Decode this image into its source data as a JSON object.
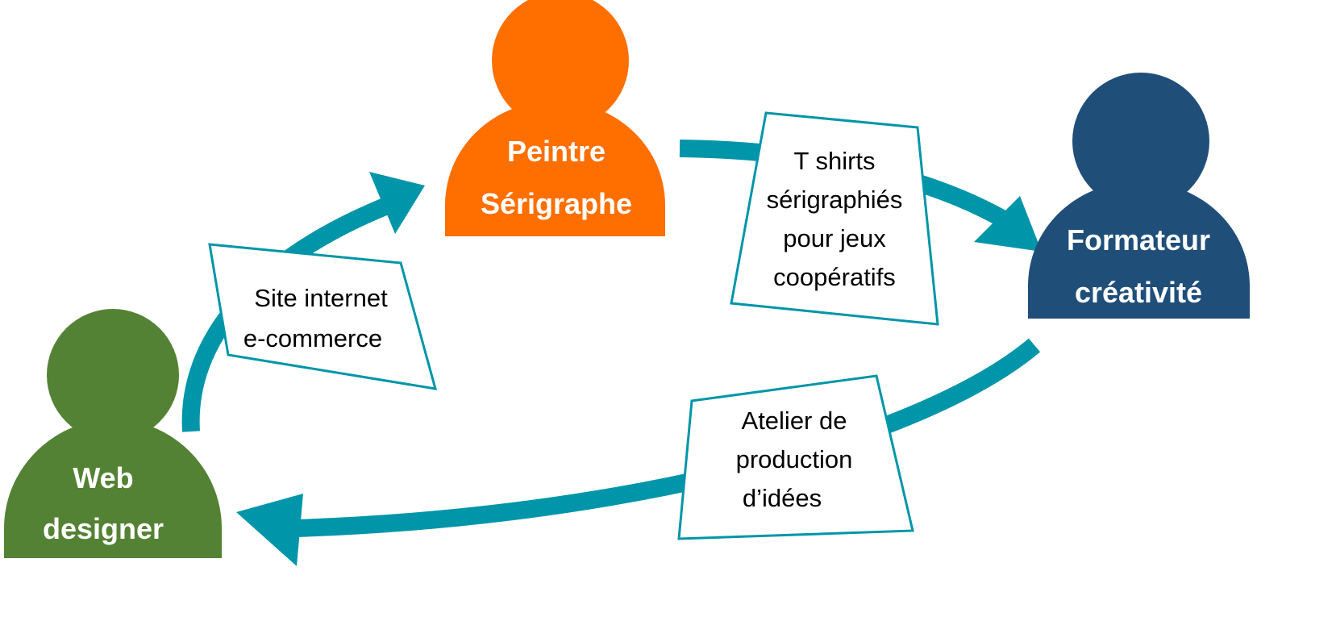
{
  "colors": {
    "arrow": "#0095A8",
    "box_border": "#0095A8",
    "peintre": "#FF6F00",
    "formateur": "#1F4E79",
    "web_designer": "#548235"
  },
  "persons": {
    "peintre": {
      "line1": "Peintre",
      "line2": "Sérigraphe"
    },
    "formateur": {
      "line1": "Formateur",
      "line2": "créativité"
    },
    "web_designer": {
      "line1": "Web",
      "line2": "designer"
    }
  },
  "exchanges": {
    "site": {
      "line1": "Site internet",
      "line2": "e-commerce"
    },
    "tshirts": {
      "line1": "T shirts",
      "line2": "sérigraphiés",
      "line3": "pour jeux",
      "line4": "coopératifs"
    },
    "atelier": {
      "line1": "Atelier de",
      "line2": "production",
      "line3": "d’idées"
    }
  }
}
